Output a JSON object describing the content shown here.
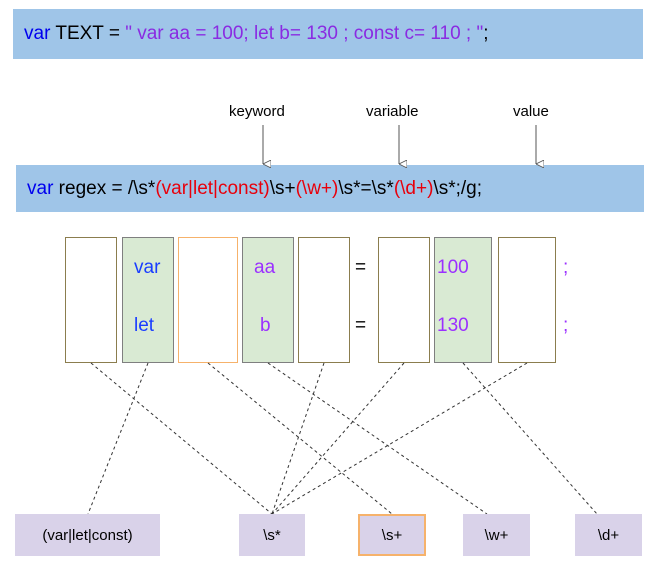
{
  "code_line": {
    "kw": "var",
    "name": " TEXT = ",
    "string": "\" var aa = 100; let b= 130 ; const c= 110 ; \"",
    "end": ";"
  },
  "annotations": {
    "keyword": "keyword",
    "variable": "variable",
    "value": "value"
  },
  "regex_line": {
    "kw": "var",
    "prefix": " regex = /\\s*",
    "group1": "(var|let|const)",
    "mid1": "\\s+",
    "group2": "(\\w+)",
    "mid2": "\\s*=\\s*",
    "group3": "(\\d+)",
    "suffix": "\\s*;/g;"
  },
  "rows": [
    {
      "keyword": "var",
      "variable": "aa",
      "equals": "=",
      "value": "100",
      "semicolon": ";"
    },
    {
      "keyword": "let",
      "variable": "b",
      "equals": "=",
      "value": "130",
      "semicolon": ";"
    }
  ],
  "patterns": {
    "keyword_group": "(var|let|const)",
    "optional_space": "\\s*",
    "required_space": "\\s+",
    "word": "\\w+",
    "digits": "\\d+"
  },
  "colors": {
    "banner": "#9fc5e8",
    "keyword_blue": "#0000ee",
    "string_purple": "#8a2be2",
    "group_red": "#e8000b",
    "capture_green": "#d9ead3",
    "pattern_lavender": "#d9d2e9",
    "highlight_orange": "#f6b26b"
  }
}
